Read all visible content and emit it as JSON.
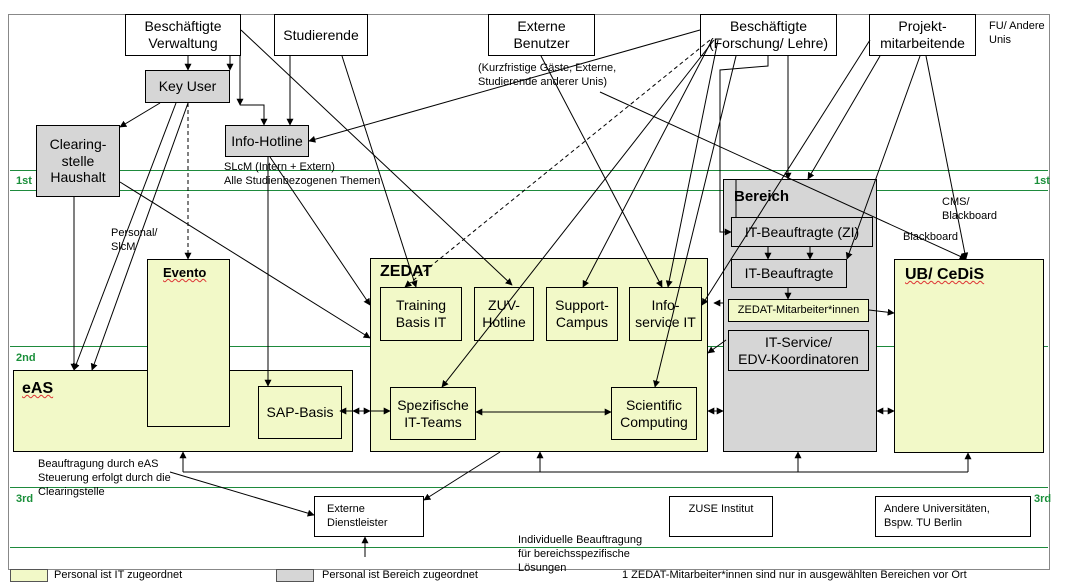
{
  "top": {
    "verwaltung": "Beschäftigte\nVerwaltung",
    "studierende": "Studierende",
    "externe": "Externe\nBenutzer",
    "forschung": "Beschäftigte\n(Forschung/ Lehre)",
    "projekt": "Projekt-\nmitarbeitende",
    "fu_andere": "FU/ Andere\nUnis"
  },
  "key_user": "Key User",
  "clearing": "Clearing-\nstelle\nHaushalt",
  "info_hotline": "Info-Hotline",
  "notes": {
    "kurzfristige": "(Kurzfristige Gäste, Externe,\nStudierende anderer Unis)",
    "slcm": "SLcM (Intern + Extern)\nAlle Studienbezogenen Themen",
    "personal": "Personal/\nSlcM",
    "cms": "CMS/\nBlackboard",
    "blackboard": "Blackboard",
    "beauftragung": "Beauftragung durch eAS\nSteuerung erfolgt durch die\nClearingstelle",
    "individuelle": "Individuelle Beauftragung\nfür bereichsspezifische\nLösungen"
  },
  "levels": {
    "first": "1st",
    "second": "2nd",
    "third": "3rd"
  },
  "eas": {
    "title": "eAS",
    "sap": "SAP-Basis"
  },
  "evento": "Evento",
  "zedat": {
    "title": "ZEDAT",
    "training": "Training\nBasis IT",
    "zuv": "ZUV-\nHotline",
    "support": "Support-\nCampus",
    "infoservice": "Info-\nservice IT",
    "spezifische": "Spezifische\nIT-Teams",
    "scientific": "Scientific\nComputing"
  },
  "bereich": {
    "title": "Bereich",
    "it_zi": "IT-Beauftragte (ZI)",
    "it": "IT-Beauftragte",
    "zedat_ma": "ZEDAT-Mitarbeiter*innen",
    "it_service": "IT-Service/\nEDV-Koordinatoren"
  },
  "ub": "UB/ CeDiS",
  "third": {
    "externe_dienst": "Externe\nDienstleister",
    "zuse": "ZUSE Institut",
    "andere": "Andere Universitäten,\nBspw. TU Berlin"
  },
  "legend": {
    "it": "Personal ist IT zugeordnet",
    "bereich": "Personal ist Bereich zugeordnet",
    "footnote": "1 ZEDAT-Mitarbeiter*innen sind nur in ausgewählten Bereichen vor Ort"
  },
  "colors": {
    "green_fill": "#f2f9c8",
    "grey_fill": "#d6d6d6",
    "level_line": "#1e8a3c"
  }
}
